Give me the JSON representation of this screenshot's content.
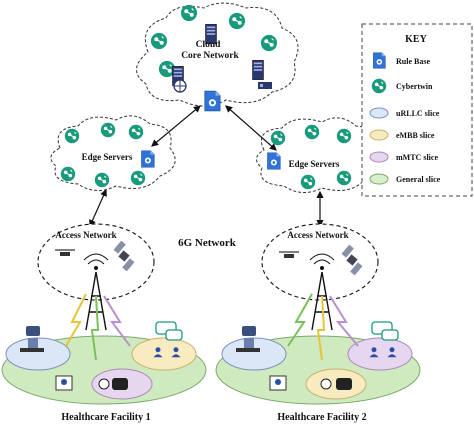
{
  "cloud": {
    "title_line1": "Cloud",
    "title_line2": "Core Network"
  },
  "edge_left": {
    "label": "Edge Servers"
  },
  "edge_right": {
    "label": "Edge Servers"
  },
  "network_label": "6G Network",
  "access_left": {
    "label": "Access Network"
  },
  "access_right": {
    "label": "Access Network"
  },
  "facility_left": {
    "label": "Healthcare Facility 1"
  },
  "facility_right": {
    "label": "Healthcare Facility 2"
  },
  "key": {
    "title": "KEY",
    "items": [
      {
        "label": "Rule Base",
        "icon": "rule-base-icon"
      },
      {
        "label": "Cybertwin",
        "icon": "cybertwin-icon"
      },
      {
        "label": "uRLLC slice",
        "color": "#dbe6f7"
      },
      {
        "label": "eMBB slice",
        "color": "#f8ebc0"
      },
      {
        "label": "mMTC slice",
        "color": "#e7d6ef"
      },
      {
        "label": "General slice",
        "color": "#d7efcb"
      }
    ]
  },
  "colors": {
    "cybertwin": "#1a9a7c",
    "rule_base": "#2f73d9",
    "general_slice": "#cfeabf",
    "urllc": "#dbe6f7",
    "embb": "#f8ebc0",
    "mmtc": "#e7d6ef"
  }
}
